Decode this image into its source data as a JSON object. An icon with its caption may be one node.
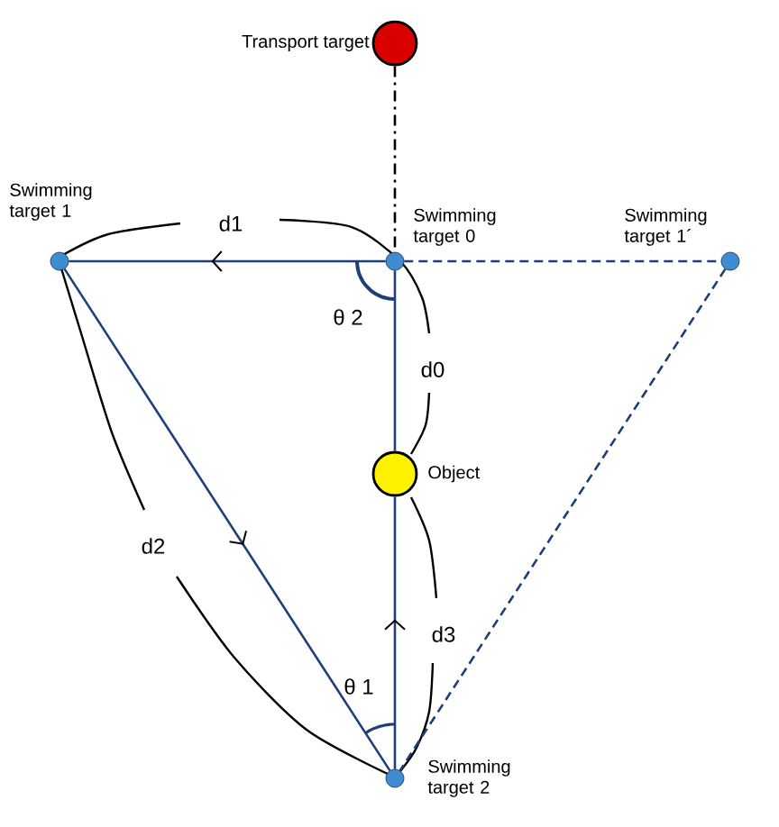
{
  "diagram": {
    "nodes": [
      {
        "text": [],
        "shape": "circle",
        "beside": [
          "Transport target"
        ]
      },
      {
        "text": [],
        "shape": "circle",
        "beside": [
          "Swimming target 0"
        ]
      },
      {
        "text": [],
        "shape": "circle",
        "beside": [
          "Swimming target 1"
        ]
      },
      {
        "text": [],
        "shape": "circle",
        "beside": [
          "Swimming target 1´"
        ]
      },
      {
        "text": [],
        "shape": "circle",
        "beside": [
          "Object"
        ]
      },
      {
        "text": [],
        "shape": "circle",
        "beside": [
          "Swimming target 2"
        ]
      }
    ],
    "edges": [
      {
        "from": 0,
        "to": 1,
        "arrow": "none",
        "style": "dashed",
        "color": "#000000"
      },
      {
        "from": 1,
        "to": 2,
        "arrow": "to"
      },
      {
        "from": 2,
        "to": 5,
        "arrow": "to"
      },
      {
        "from": 5,
        "to": 4,
        "arrow": "to"
      },
      {
        "from": 4,
        "to": 1,
        "arrow": "none"
      },
      {
        "from": 1,
        "to": 3,
        "arrow": "none",
        "style": "dashed"
      },
      {
        "from": 3,
        "to": 5,
        "arrow": "none",
        "style": "dashed"
      }
    ],
    "labels": [
      "d1",
      "θ 2",
      "d0",
      "d2",
      "d3",
      "θ 1"
    ]
  }
}
